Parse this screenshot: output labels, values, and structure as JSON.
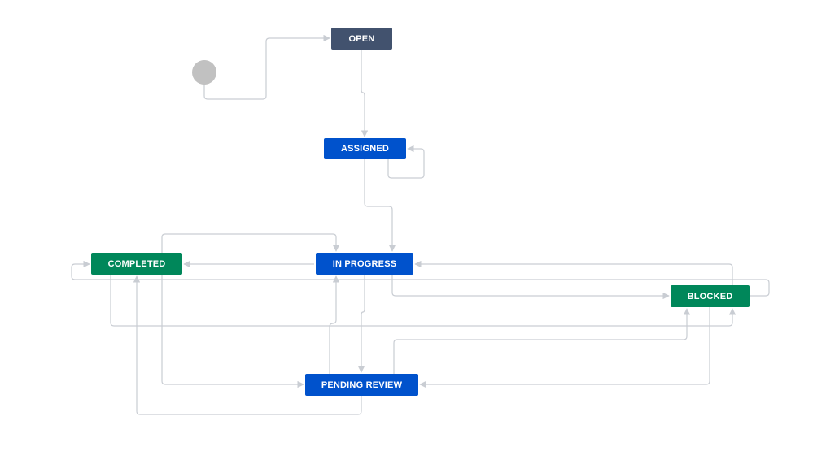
{
  "colors": {
    "status_todo": "#42526e",
    "status_in_progress": "#0052cc",
    "status_done": "#00875a",
    "start_node": "#c1c1c1",
    "transition_line": "#c9cdd3",
    "background": "#ffffff"
  },
  "workflow": {
    "start": {
      "icon": "start-circle-icon"
    },
    "statuses": {
      "open": {
        "label": "OPEN",
        "category": "todo"
      },
      "assigned": {
        "label": "ASSIGNED",
        "category": "in_progress"
      },
      "in_progress": {
        "label": "IN PROGRESS",
        "category": "in_progress"
      },
      "completed": {
        "label": "COMPLETED",
        "category": "done"
      },
      "blocked": {
        "label": "BLOCKED",
        "category": "done"
      },
      "pending_review": {
        "label": "PENDING REVIEW",
        "category": "in_progress"
      }
    },
    "transitions": [
      {
        "id": "start-to-open",
        "from": "start",
        "to": "open"
      },
      {
        "id": "open-to-assigned",
        "from": "open",
        "to": "assigned"
      },
      {
        "id": "assigned-to-assigned",
        "from": "assigned",
        "to": "assigned"
      },
      {
        "id": "assigned-to-in-progress",
        "from": "assigned",
        "to": "in_progress"
      },
      {
        "id": "in-progress-to-completed",
        "from": "in_progress",
        "to": "completed"
      },
      {
        "id": "completed-to-in-progress",
        "from": "completed",
        "to": "in_progress"
      },
      {
        "id": "blocked-to-completed",
        "from": "blocked",
        "to": "completed"
      },
      {
        "id": "in-progress-to-blocked",
        "from": "in_progress",
        "to": "blocked"
      },
      {
        "id": "blocked-to-in-progress",
        "from": "blocked",
        "to": "in_progress"
      },
      {
        "id": "completed-to-blocked",
        "from": "completed",
        "to": "blocked"
      },
      {
        "id": "in-progress-to-pending-review",
        "from": "in_progress",
        "to": "pending_review"
      },
      {
        "id": "pending-review-to-in-progress",
        "from": "pending_review",
        "to": "in_progress"
      },
      {
        "id": "completed-to-pending-review",
        "from": "completed",
        "to": "pending_review"
      },
      {
        "id": "pending-review-to-completed",
        "from": "pending_review",
        "to": "completed"
      },
      {
        "id": "pending-review-to-blocked",
        "from": "pending_review",
        "to": "blocked"
      },
      {
        "id": "blocked-to-pending-review",
        "from": "blocked",
        "to": "pending_review"
      }
    ]
  }
}
